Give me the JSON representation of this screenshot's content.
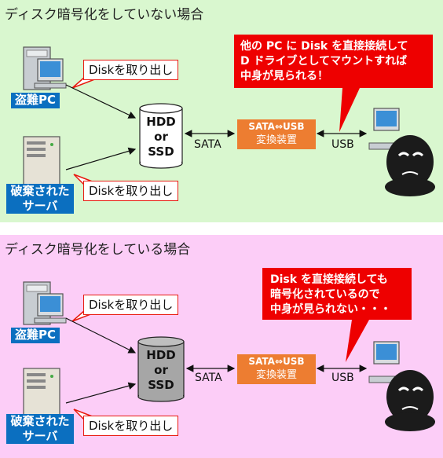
{
  "top": {
    "heading": "ディスク暗号化をしていない場合",
    "stolen_pc_label": "盗難PC",
    "discarded_server_label": [
      "破棄された",
      "サーバ"
    ],
    "callout_1": "Diskを取り出し",
    "callout_2": "Diskを取り出し",
    "disk_label": [
      "HDD",
      "or",
      "SSD"
    ],
    "sata_label": "SATA",
    "converter": [
      "SATA⇔USB",
      "変換装置"
    ],
    "usb_label": "USB",
    "warning": [
      "他の PC に Disk を直接接続して",
      "D ドライブとしてマウントすれば",
      "中身が見られる！"
    ]
  },
  "bottom": {
    "heading": "ディスク暗号化をしている場合",
    "stolen_pc_label": "盗難PC",
    "discarded_server_label": [
      "破棄された",
      "サーバ"
    ],
    "callout_1": "Diskを取り出し",
    "callout_2": "Diskを取り出し",
    "disk_label": [
      "HDD",
      "or",
      "SSD"
    ],
    "sata_label": "SATA",
    "converter": [
      "SATA⇔USB",
      "変換装置"
    ],
    "usb_label": "USB",
    "warning": [
      "Disk を直接接続しても",
      "暗号化されているので",
      "中身が見られない・・・"
    ]
  },
  "colors": {
    "top_background": "#d9f7cf",
    "bottom_background": "#fccdf7",
    "label_blue": "#0b6fc0",
    "converter_orange": "#ed7d31",
    "warning_red": "#ee0000",
    "disk_unencrypted": "#ffffff",
    "disk_encrypted": "#a6a6a6"
  },
  "icons": [
    "desktop-pc-icon",
    "server-tower-icon",
    "disk-cylinder-icon",
    "hacker-icon",
    "laptop-pc-icon"
  ]
}
